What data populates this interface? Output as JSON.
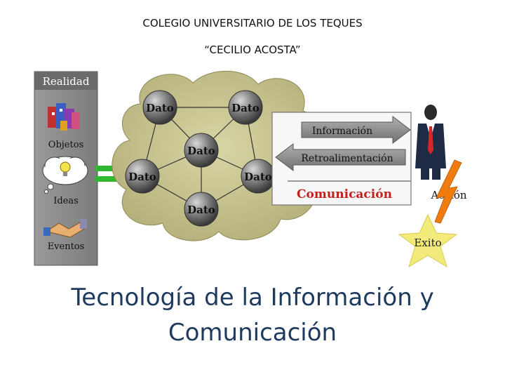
{
  "header": {
    "institution": "COLEGIO UNIVERSITARIO DE LOS TEQUES",
    "subtitle": "“CECILIO ACOSTA”"
  },
  "diagram": {
    "reality_panel": {
      "title": "Realidad",
      "items": [
        "Objetos",
        "Ideas",
        "Eventos"
      ]
    },
    "node_label": "Dato",
    "flow_box": {
      "arrow_right": "Información",
      "arrow_left": "Retroalimentación",
      "result": "Comunicación"
    },
    "person_label": "Acción",
    "star_label": "Exito",
    "colors": {
      "panel_bg": "#8f8f8f",
      "cloud": "#c9c58f",
      "node": "#6f6f6f",
      "arrow": "#8a8a8a",
      "equals": "#2fb82f",
      "comunicacion": "#c0211a",
      "lightning": "#f07c10",
      "star": "#f2ea7a",
      "tie": "#d6262a"
    }
  },
  "title": {
    "line1": "Tecnología de la Información y",
    "line2": "Comunicación"
  }
}
